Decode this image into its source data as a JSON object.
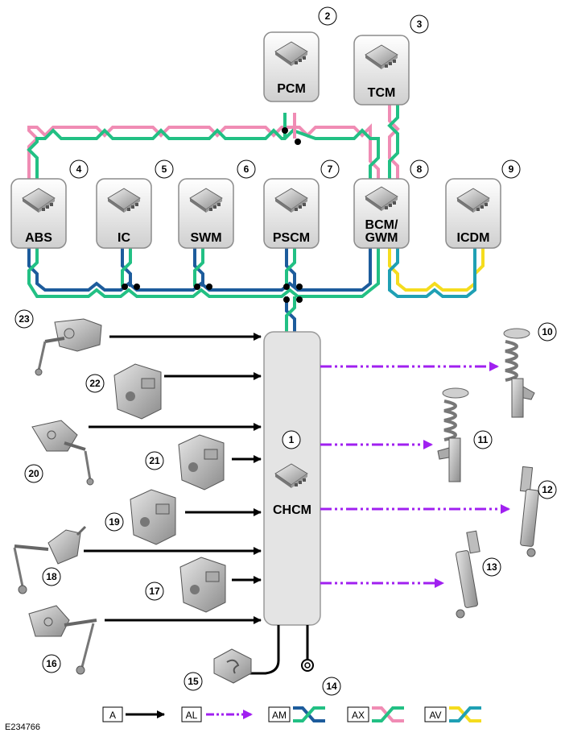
{
  "colors": {
    "pink": "#f08cb4",
    "green": "#22c084",
    "blue": "#1d5c9c",
    "yellow": "#f5dc1e",
    "teal": "#1fa0b4",
    "purple": "#a020f0",
    "black": "#000000",
    "module_fill": "#e8e8e8"
  },
  "modules": [
    {
      "id": "pcm",
      "label": "PCM",
      "number": "2"
    },
    {
      "id": "tcm",
      "label": "TCM",
      "number": "3"
    },
    {
      "id": "abs",
      "label": "ABS",
      "number": "4"
    },
    {
      "id": "ic",
      "label": "IC",
      "number": "5"
    },
    {
      "id": "swm",
      "label": "SWM",
      "number": "6"
    },
    {
      "id": "pscm",
      "label": "PSCM",
      "number": "7"
    },
    {
      "id": "bcm",
      "label": "BCM/",
      "label2": "GWM",
      "number": "8"
    },
    {
      "id": "icdm",
      "label": "ICDM",
      "number": "9"
    }
  ],
  "chcm": {
    "label": "CHCM",
    "number": "1"
  },
  "components": [
    {
      "number": "10",
      "icon": "front-damper-icon"
    },
    {
      "number": "11",
      "icon": "front-damper-icon"
    },
    {
      "number": "12",
      "icon": "rear-damper-icon"
    },
    {
      "number": "13",
      "icon": "rear-damper-icon"
    },
    {
      "number": "14",
      "icon": "ground-icon"
    },
    {
      "number": "15",
      "icon": "fuse-icon"
    },
    {
      "number": "16",
      "icon": "height-sensor-icon"
    },
    {
      "number": "17",
      "icon": "accelerometer-icon"
    },
    {
      "number": "18",
      "icon": "height-sensor-icon"
    },
    {
      "number": "19",
      "icon": "accelerometer-icon"
    },
    {
      "number": "20",
      "icon": "height-sensor-icon"
    },
    {
      "number": "21",
      "icon": "accelerometer-icon"
    },
    {
      "number": "22",
      "icon": "accelerometer-icon"
    },
    {
      "number": "23",
      "icon": "height-sensor-icon"
    }
  ],
  "legend": [
    {
      "code": "A",
      "icon": "hardwired-arrow-icon"
    },
    {
      "code": "AL",
      "icon": "pwm-arrow-icon"
    },
    {
      "code": "AM",
      "icon": "hs-can-powertrain-icon"
    },
    {
      "code": "AX",
      "icon": "flexray-icon"
    },
    {
      "code": "AV",
      "icon": "can-chassis-icon"
    }
  ],
  "reference": "E234766"
}
